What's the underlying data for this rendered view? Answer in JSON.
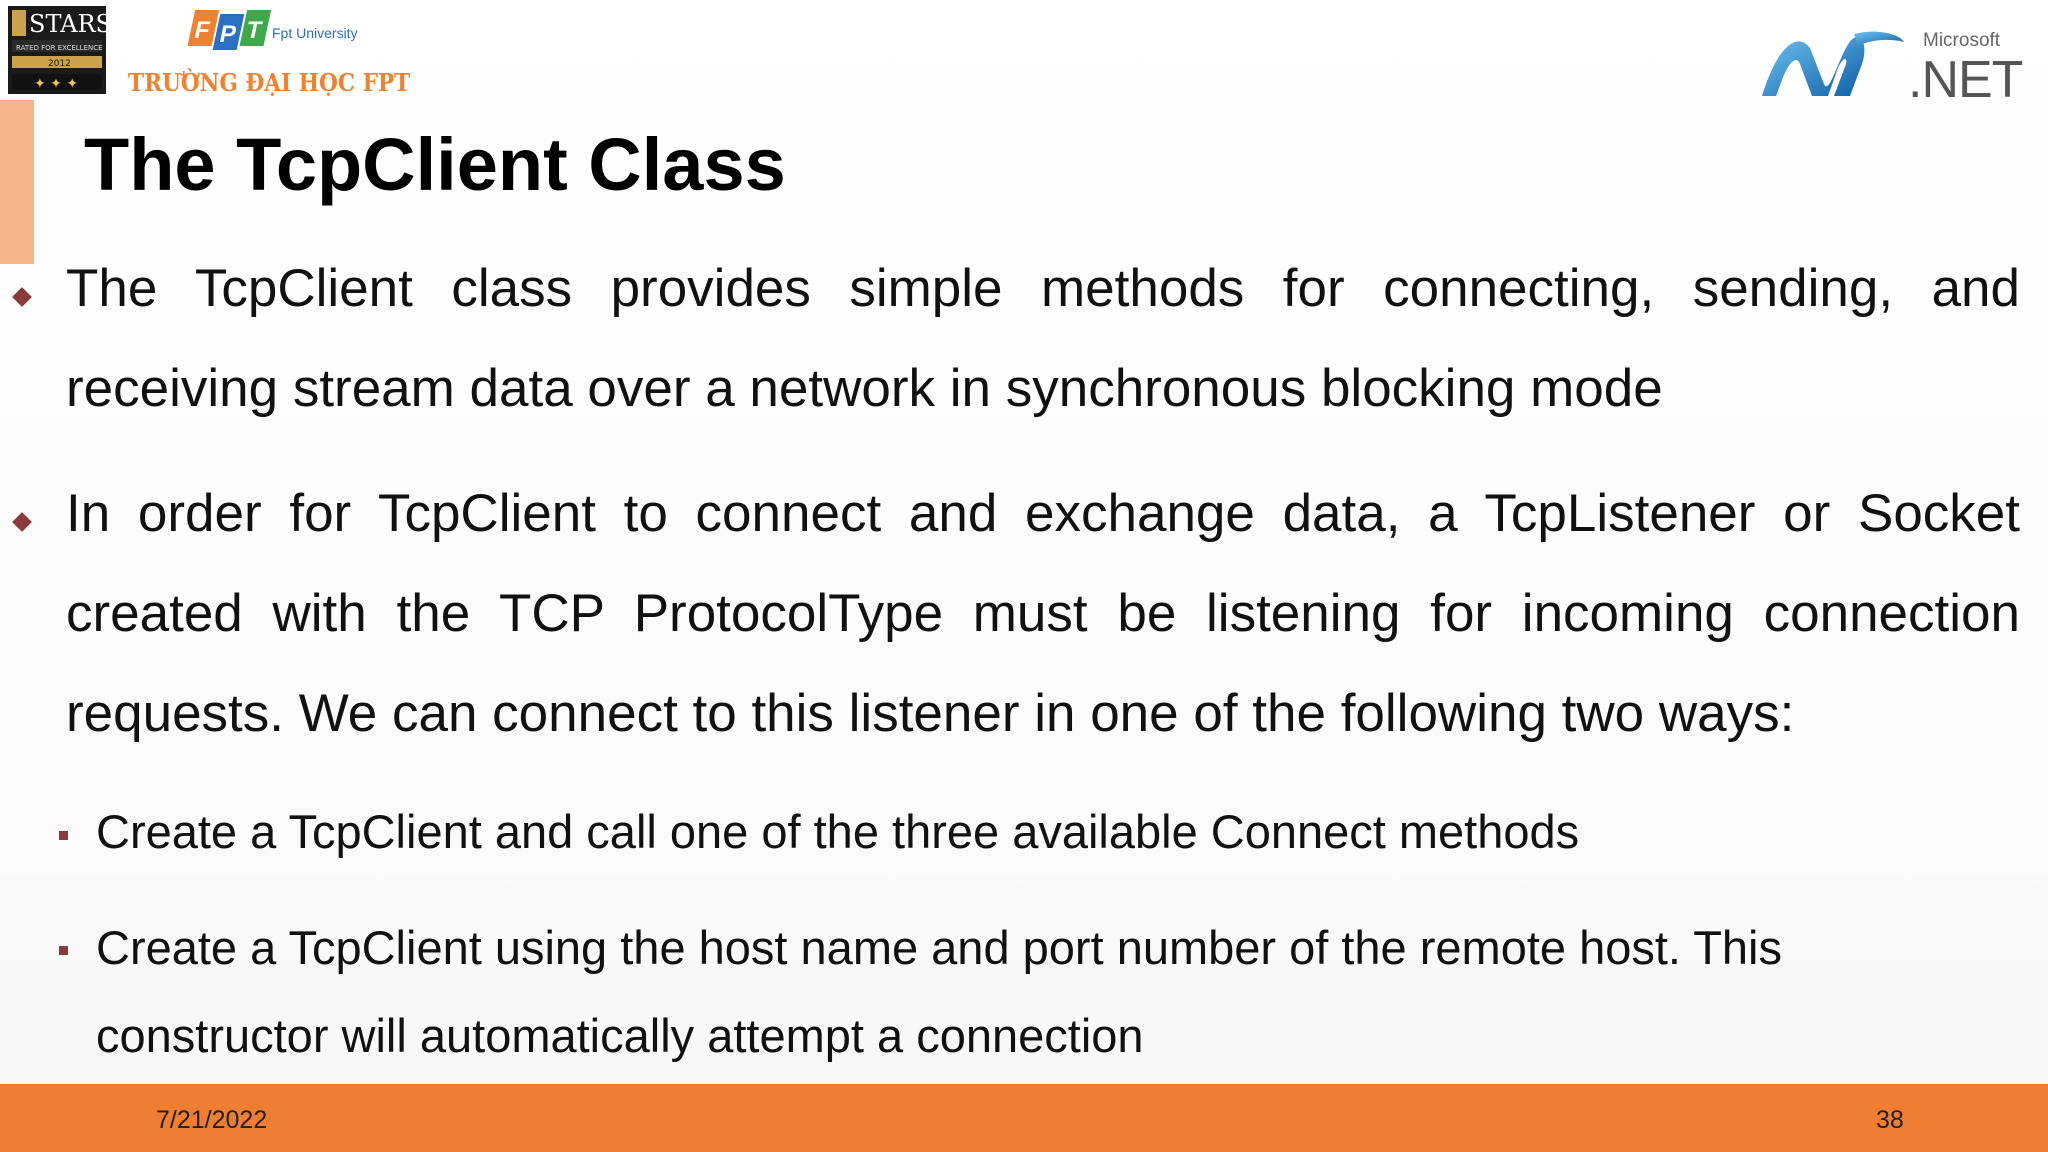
{
  "header": {
    "stars_logo": {
      "brand": "STARS",
      "tagline": "RATED FOR EXCELLENCE",
      "year": "2012",
      "icon": "stars-rating-logo"
    },
    "fpt_logo": {
      "letters": [
        "F",
        "P",
        "T"
      ],
      "small_label": "Fpt University",
      "university_name": "TRƯỜNG ĐẠI HỌC FPT",
      "colors": [
        "#f0812d",
        "#2a6fc0",
        "#3ea84a"
      ]
    },
    "net_logo": {
      "vendor": "Microsoft",
      "product": ".NET",
      "icon": "dotnet-wave-logo",
      "color": "#1e7fc8"
    }
  },
  "slide": {
    "title": "The TcpClient Class",
    "bullets": [
      "The TcpClient class provides simple methods for connecting, sending, and receiving stream data over a network in synchronous blocking mode",
      "In order for TcpClient to connect and exchange data, a TcpListener or Socket created with the TCP ProtocolType must be listening for incoming connection requests. We can connect to this listener in one of the following two ways:"
    ],
    "sub_bullets": [
      "Create a TcpClient and call one of the three available Connect methods",
      "Create a TcpClient using the host name and port number of the remote host. This constructor will automatically attempt a connection"
    ]
  },
  "footer": {
    "date": "7/21/2022",
    "page_number": "38",
    "color": "#ef7d32"
  },
  "colors": {
    "accent_bar": "#f6b48a",
    "bullet_marker": "#8b3a3a"
  }
}
